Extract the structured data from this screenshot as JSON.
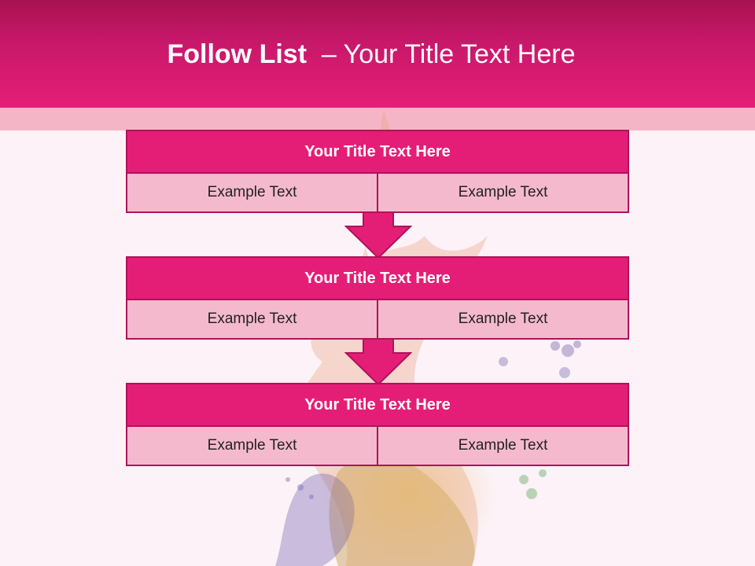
{
  "title": {
    "bold": "Follow List",
    "rest": "  – Your Title Text Here"
  },
  "colors": {
    "header": "#e61e78",
    "block_title": "#e41e76",
    "cell": "#f5b9cd",
    "border": "#b0125a"
  },
  "blocks": [
    {
      "title": "Your Title Text Here",
      "cells": [
        "Example Text",
        "Example Text"
      ]
    },
    {
      "title": "Your Title Text Here",
      "cells": [
        "Example Text",
        "Example Text"
      ]
    },
    {
      "title": "Your Title Text Here",
      "cells": [
        "Example Text",
        "Example Text"
      ]
    }
  ],
  "icons": [
    "down-arrow-icon",
    "paint-splash-image"
  ]
}
